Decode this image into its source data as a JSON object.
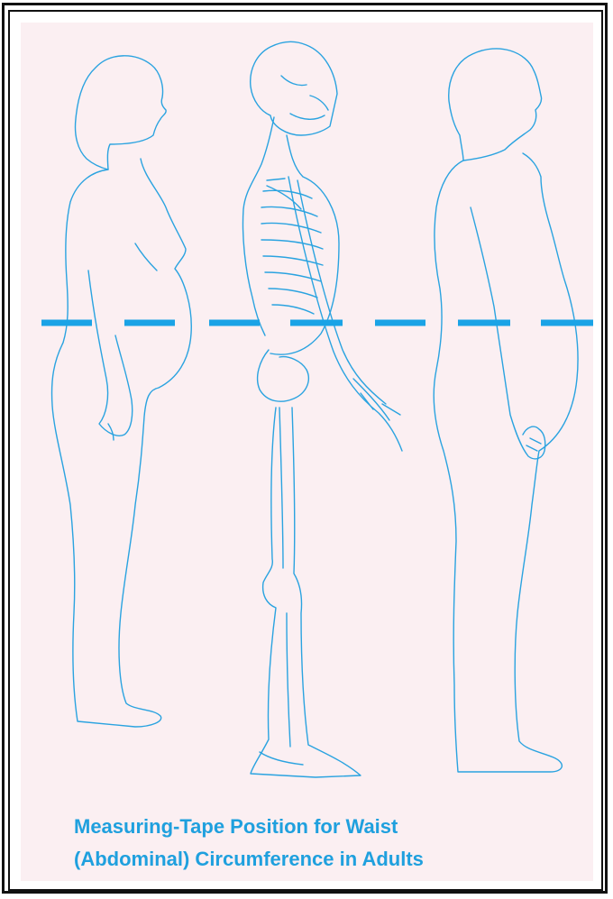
{
  "caption": {
    "line1": "Measuring-Tape Position for Waist",
    "line2": "(Abdominal) Circumference in Adults"
  },
  "colors": {
    "outline": "#2aa3e0",
    "tape": "#1aa3e6",
    "caption": "#1fa0de",
    "panel_background": "#fbeff2",
    "frame": "#111111"
  },
  "figures": [
    "woman-silhouette",
    "skeleton-silhouette",
    "man-silhouette"
  ]
}
